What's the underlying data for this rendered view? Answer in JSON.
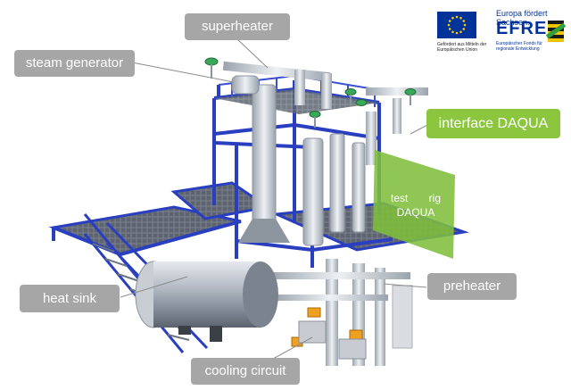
{
  "labels": {
    "superheater": "superheater",
    "steam_generator": "steam generator",
    "interface": "interface DAQUA",
    "test_rig": "test rig DAQUA",
    "heat_sink": "heat sink",
    "preheater": "preheater",
    "cooling_circuit": "cooling circuit"
  },
  "logos": {
    "eu_caption": "Gefördert aus Mitteln der Europäischen Union",
    "efre_top": "Europa fördert Sachsen.",
    "efre_word": "EFRE",
    "efre_sub": "Europäischer Fonds für regionale Entwicklung"
  },
  "colors": {
    "steel_blue": "#2a3fbf",
    "label_grey": "#a6a6a6",
    "interface_green": "#8cc63f",
    "rig_panel": "#7fbe3c",
    "valve_green": "#3aa85a",
    "pump_orange": "#f0a020"
  }
}
